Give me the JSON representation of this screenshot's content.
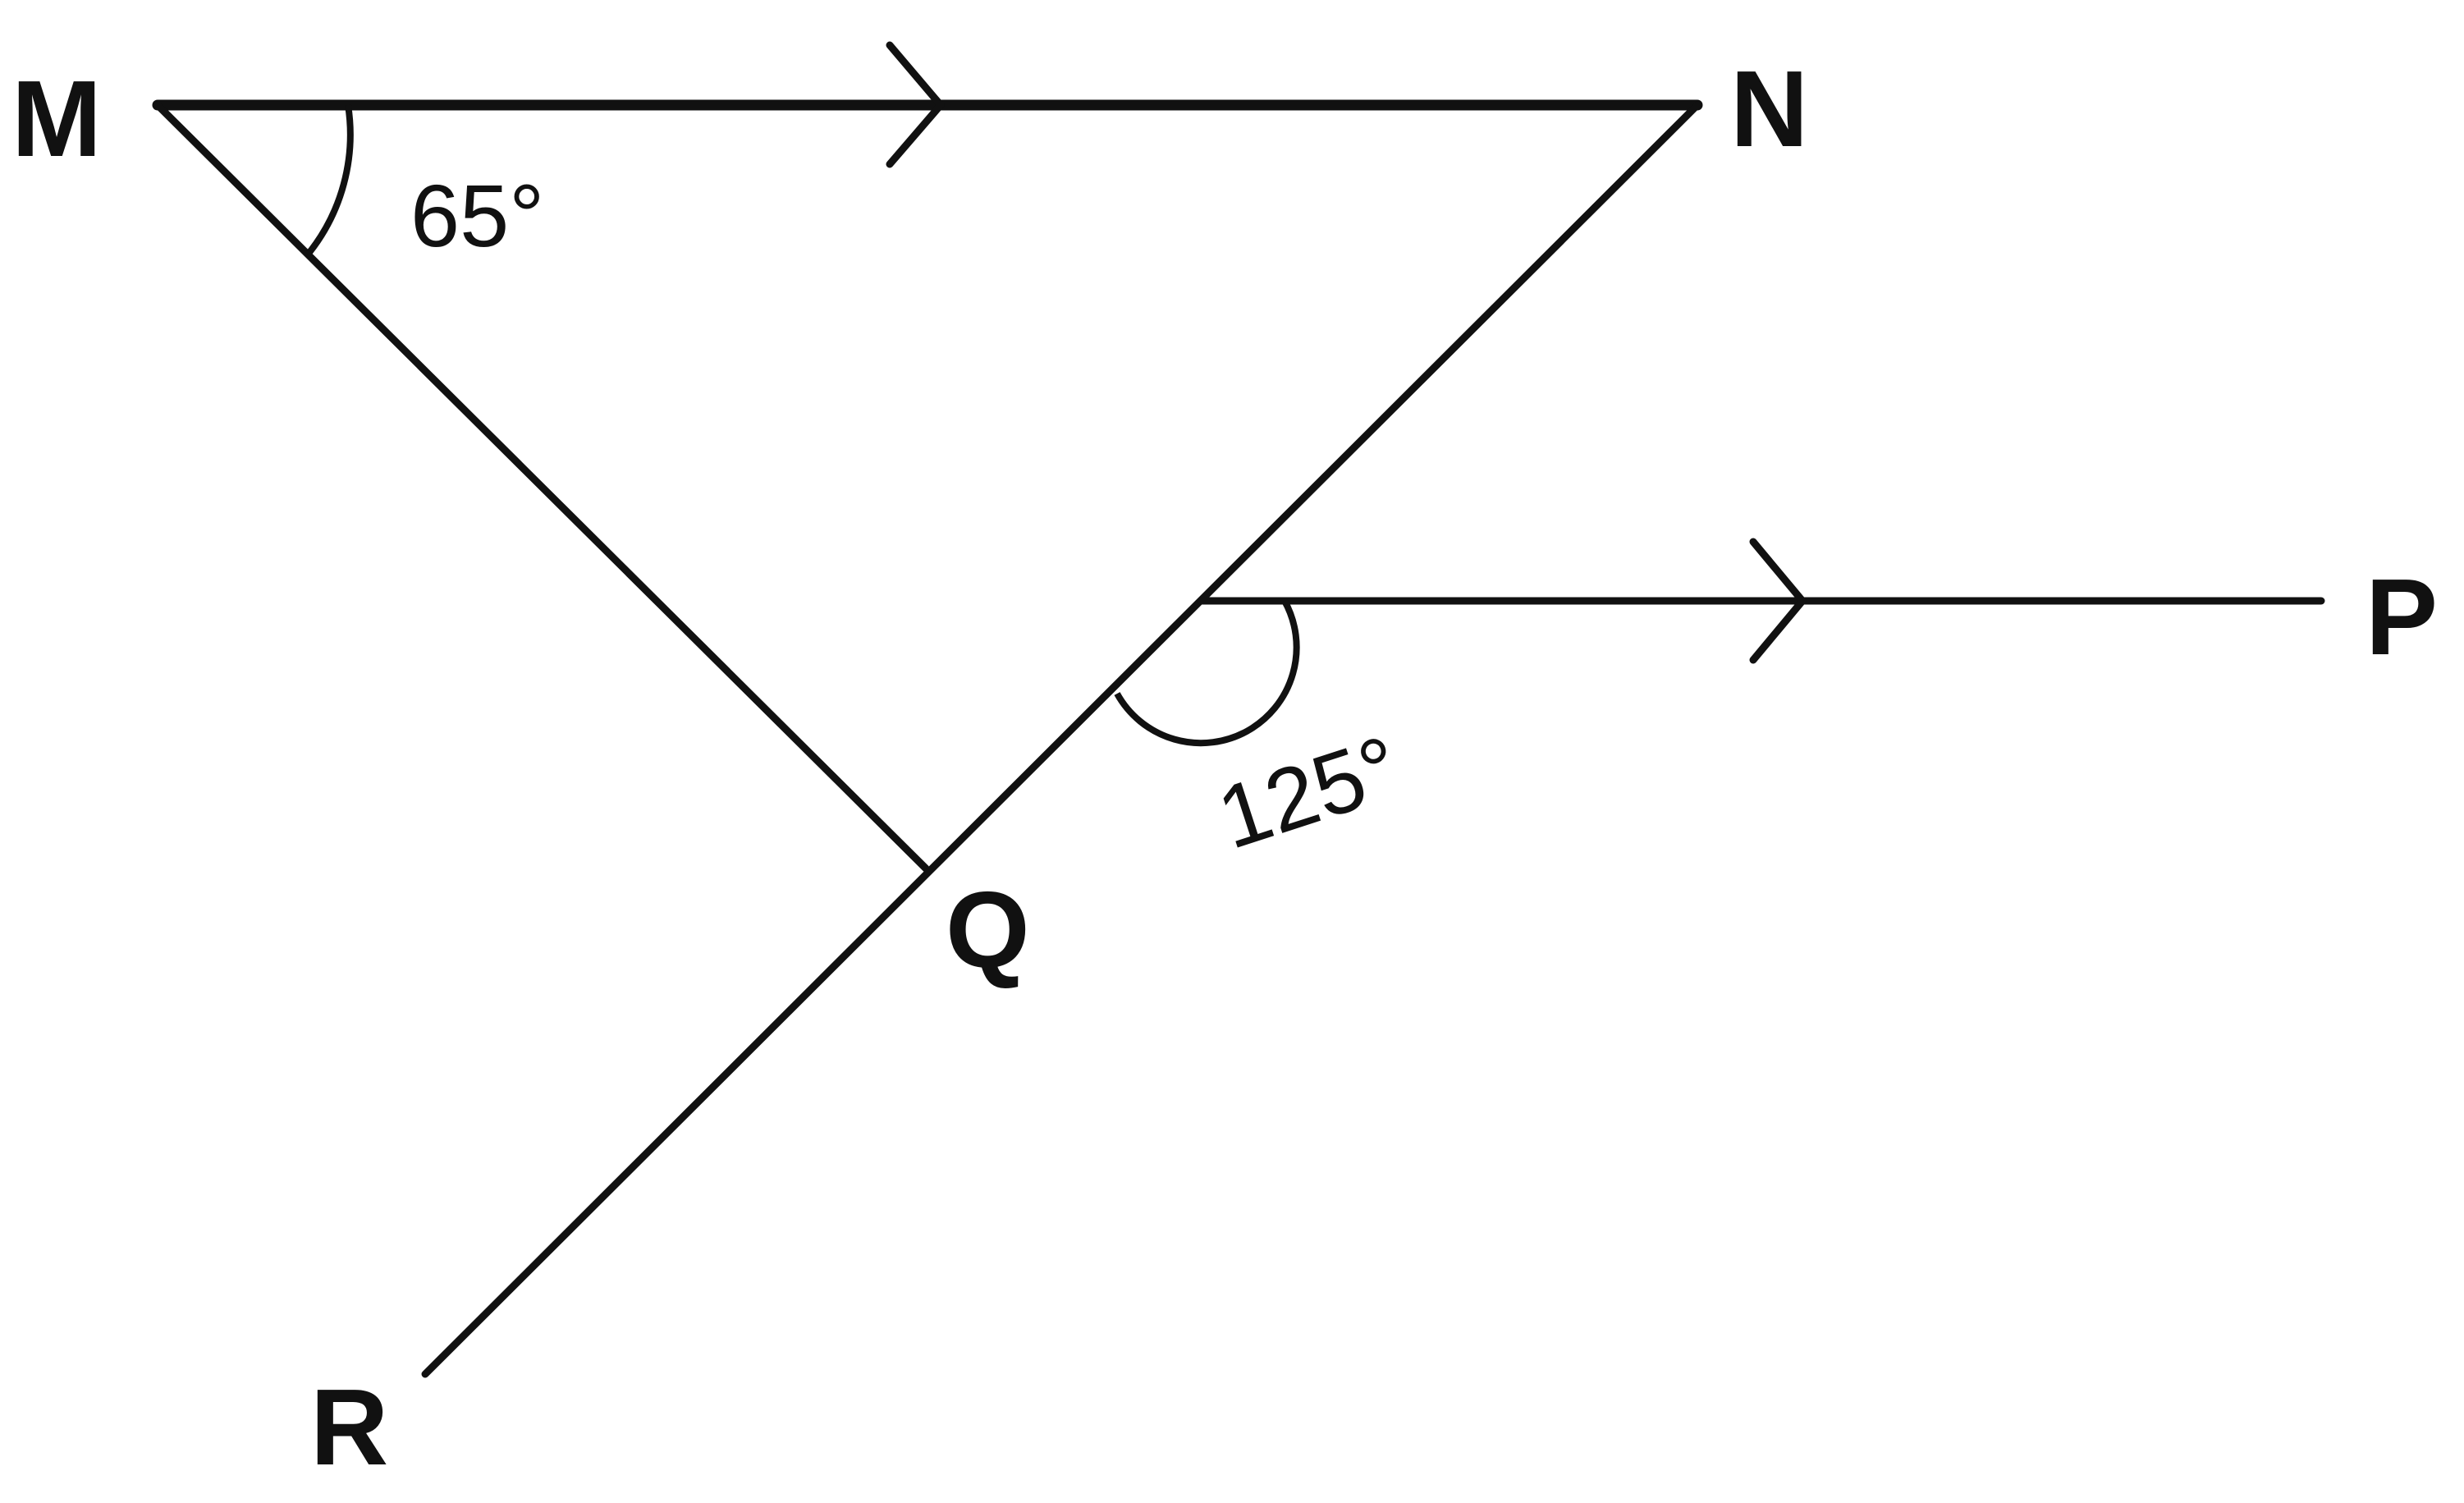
{
  "diagram": {
    "points": {
      "M": "M",
      "N": "N",
      "P": "P",
      "Q": "Q",
      "R": "R"
    },
    "angles": {
      "at_M": "65°",
      "at_P_line": "125°"
    },
    "colors": {
      "stroke": "#111111",
      "text": "#111111",
      "background": "#ffffff"
    }
  }
}
